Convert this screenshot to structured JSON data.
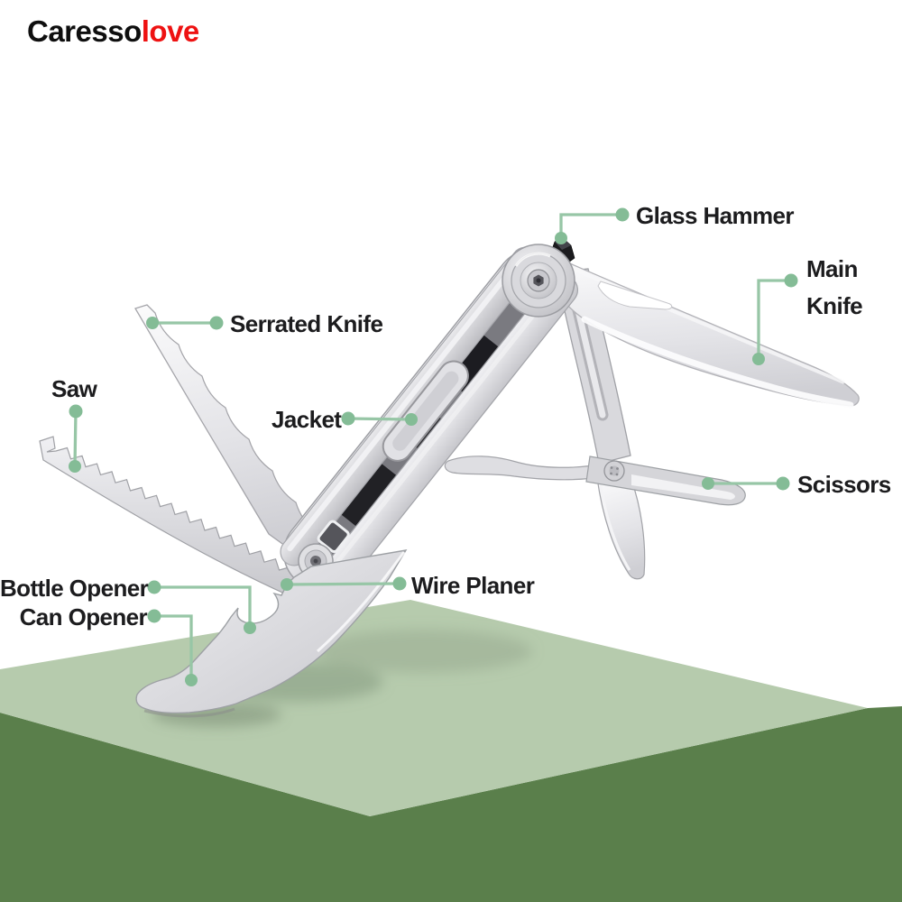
{
  "brand": {
    "black": "Caresso",
    "red": "love"
  },
  "labels": {
    "glass_hammer": "Glass Hammer",
    "main_knife_line1": "Main",
    "main_knife_line2": "Knife",
    "serrated_knife": "Serrated Knife",
    "saw": "Saw",
    "jacket": "Jacket",
    "scissors": "Scissors",
    "bottle_opener": "Bottle Opener",
    "can_opener": "Can Opener",
    "wire_planer": "Wire Planer"
  },
  "colors": {
    "callout_line": "#97c6a6",
    "callout_dot": "#84bc96",
    "platform_top": "#b6cbad",
    "platform_side": "#5a7f4b",
    "logo_black": "#0e0e0e",
    "logo_red": "#ee1212",
    "label_text": "#1c1c1e"
  }
}
